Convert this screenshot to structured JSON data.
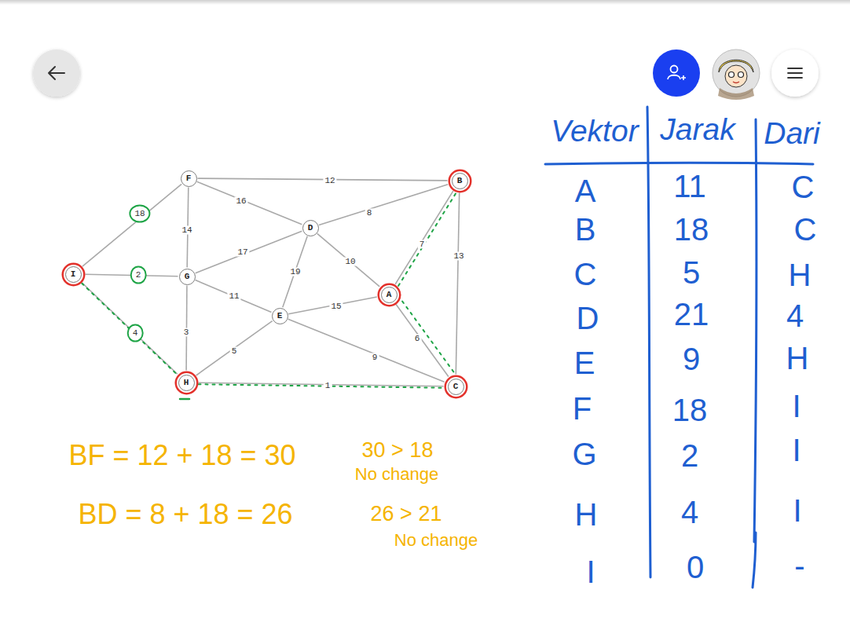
{
  "diagram": {
    "nodes": [
      {
        "text": [
          "F"
        ]
      },
      {
        "text": [
          "B"
        ]
      },
      {
        "text": [
          "D"
        ]
      },
      {
        "text": [
          "I"
        ]
      },
      {
        "text": [
          "G"
        ]
      },
      {
        "text": [
          "A"
        ]
      },
      {
        "text": [
          "E"
        ]
      },
      {
        "text": [
          "H"
        ]
      },
      {
        "text": [
          "C"
        ]
      }
    ],
    "edges": [
      {
        "from": 0,
        "to": 1,
        "arrow": "none",
        "label": "12"
      },
      {
        "from": 0,
        "to": 2,
        "arrow": "none",
        "label": "16"
      },
      {
        "from": 0,
        "to": 4,
        "arrow": "none",
        "label": "14"
      },
      {
        "from": 3,
        "to": 0,
        "arrow": "none",
        "label": "18"
      },
      {
        "from": 3,
        "to": 4,
        "arrow": "none",
        "label": "2"
      },
      {
        "from": 3,
        "to": 7,
        "arrow": "none",
        "label": "4"
      },
      {
        "from": 4,
        "to": 2,
        "arrow": "none",
        "label": "17"
      },
      {
        "from": 4,
        "to": 6,
        "arrow": "none",
        "label": "11"
      },
      {
        "from": 4,
        "to": 7,
        "arrow": "none",
        "label": "3"
      },
      {
        "from": 2,
        "to": 1,
        "arrow": "none",
        "label": "8"
      },
      {
        "from": 2,
        "to": 5,
        "arrow": "none",
        "label": "10"
      },
      {
        "from": 2,
        "to": 6,
        "arrow": "none",
        "label": "19"
      },
      {
        "from": 5,
        "to": 1,
        "arrow": "none",
        "label": "7"
      },
      {
        "from": 1,
        "to": 8,
        "arrow": "none",
        "label": "13"
      },
      {
        "from": 6,
        "to": 5,
        "arrow": "none",
        "label": "15"
      },
      {
        "from": 5,
        "to": 8,
        "arrow": "none",
        "label": "6"
      },
      {
        "from": 7,
        "to": 6,
        "arrow": "none",
        "label": "5"
      },
      {
        "from": 6,
        "to": 8,
        "arrow": "none",
        "label": "9"
      },
      {
        "from": 7,
        "to": 8,
        "arrow": "none",
        "label": "1"
      }
    ],
    "labels": [
      "Vektor",
      "Jarak",
      "Dari",
      "A",
      "11",
      "C",
      "B",
      "18",
      "C",
      "C",
      "5",
      "H",
      "D",
      "21",
      "4",
      "E",
      "9",
      "H",
      "F",
      "18",
      "I",
      "G",
      "2",
      "I",
      "H",
      "4",
      "I",
      "I",
      "0",
      "-",
      "BF = 12 + 18 = 30",
      "30 > 18",
      "No change",
      "BD = 8 + 18 = 26",
      "26 > 21",
      "No change"
    ]
  }
}
